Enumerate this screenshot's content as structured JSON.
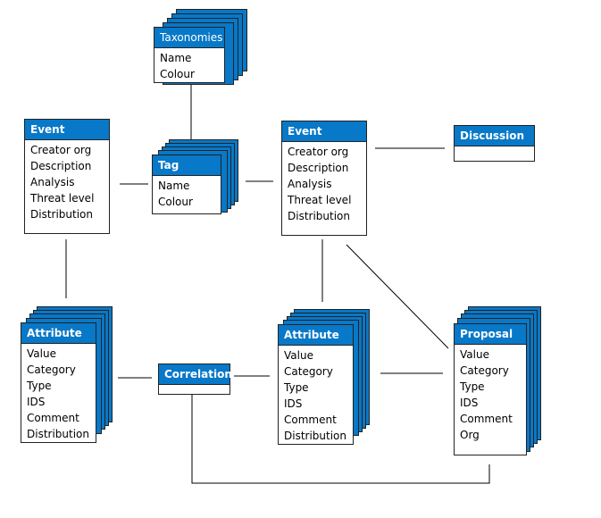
{
  "entities": {
    "taxonomies": {
      "title": "Taxonomies",
      "fields": [
        "Name",
        "Colour"
      ]
    },
    "tag": {
      "title": "Tag",
      "fields": [
        "Name",
        "Colour"
      ]
    },
    "event_left": {
      "title": "Event",
      "fields": [
        "Creator org",
        "Description",
        "Analysis",
        "Threat level",
        "Distribution"
      ]
    },
    "event_center": {
      "title": "Event",
      "fields": [
        "Creator org",
        "Description",
        "Analysis",
        "Threat level",
        "Distribution"
      ]
    },
    "discussion": {
      "title": "Discussion",
      "fields": []
    },
    "attribute_left": {
      "title": "Attribute",
      "fields": [
        "Value",
        "Category",
        "Type",
        "IDS",
        "Comment",
        "Distribution"
      ]
    },
    "correlation": {
      "title": "Correlation",
      "fields": []
    },
    "attribute_center": {
      "title": "Attribute",
      "fields": [
        "Value",
        "Category",
        "Type",
        "IDS",
        "Comment",
        "Distribution"
      ]
    },
    "proposal": {
      "title": "Proposal",
      "fields": [
        "Value",
        "Category",
        "Type",
        "IDS",
        "Comment",
        "Org"
      ]
    }
  },
  "colors": {
    "header": "#0878c8",
    "header_text": "#ffffff",
    "line": "#000000"
  }
}
